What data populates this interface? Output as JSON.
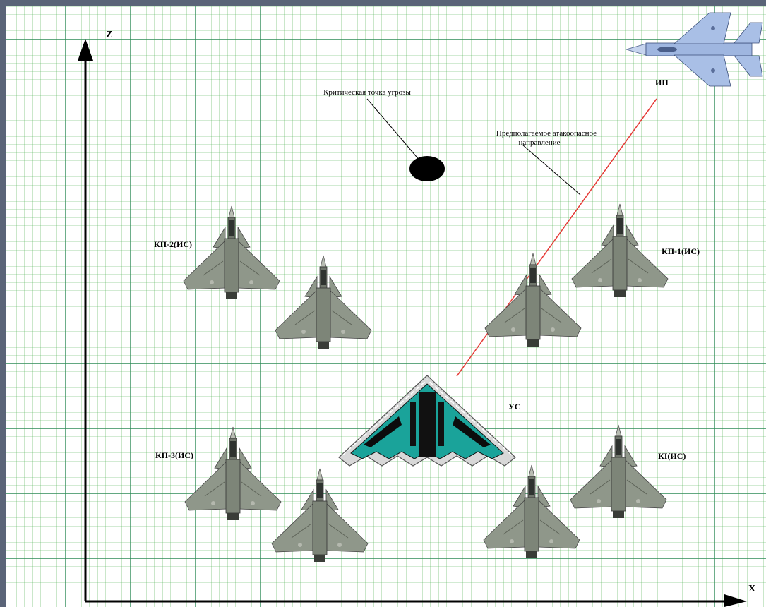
{
  "axes": {
    "z_label": "Z",
    "x_label": "X"
  },
  "annotations": {
    "critical_point": "Критическая точка угрозы",
    "attack_direction_line1": "Предполагаемое атакоопасное",
    "attack_direction_line2": "направление",
    "threat_source": "ИП"
  },
  "aircraft_labels": {
    "kp2": "КП-2(ИС)",
    "kp1": "КП-1(ИС)",
    "us": "УС",
    "kp3": "КП-3(ИС)",
    "ki": "КI(ИС)"
  },
  "colors": {
    "grid_line": "#4caf50",
    "grid_major": "#2e8b57",
    "background": "#ffffff",
    "frame": "#5a6478",
    "attack_line": "#e53935",
    "fighter_body": "#8f978a",
    "bomber_accent": "#1aa39a",
    "threat_jet": "#9fb6e0"
  },
  "icons": {
    "fighter": "fighter-jet-icon",
    "bomber": "stealth-bomber-icon",
    "threat": "enemy-fighter-icon",
    "critical_point": "threat-ellipse-icon"
  }
}
